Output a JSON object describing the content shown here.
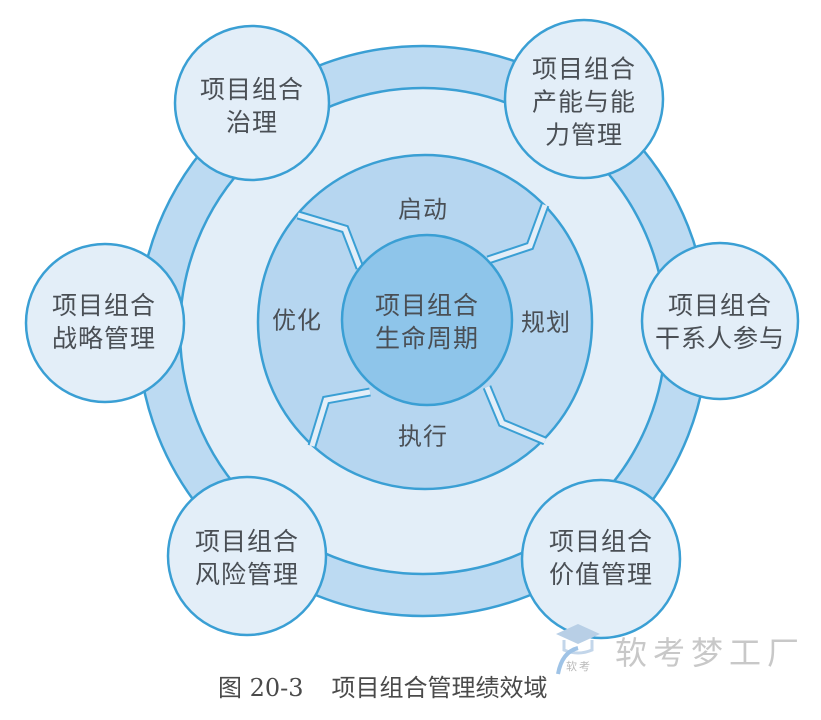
{
  "figure": {
    "caption_number": "图 20-3",
    "caption_title": "项目组合管理绩效域"
  },
  "center": {
    "line1": "项目组合",
    "line2": "生命周期"
  },
  "phases": [
    {
      "id": "initiate",
      "label": "启动"
    },
    {
      "id": "plan",
      "label": "规划"
    },
    {
      "id": "execute",
      "label": "执行"
    },
    {
      "id": "optimize",
      "label": "优化"
    }
  ],
  "domains": [
    {
      "id": "governance",
      "lines": [
        "项目组合",
        "治理"
      ]
    },
    {
      "id": "capacity",
      "lines": [
        "项目组合",
        "产能与能",
        "力管理"
      ]
    },
    {
      "id": "stakeholder",
      "lines": [
        "项目组合",
        "干系人参与"
      ]
    },
    {
      "id": "value",
      "lines": [
        "项目组合",
        "价值管理"
      ]
    },
    {
      "id": "risk",
      "lines": [
        "项目组合",
        "风险管理"
      ]
    },
    {
      "id": "strategy",
      "lines": [
        "项目组合",
        "战略管理"
      ]
    }
  ],
  "watermark": {
    "text": "软考梦工厂",
    "small": "软考"
  },
  "colors": {
    "stroke": "#3a9fd4",
    "outer_band": "#bcdaf2",
    "light_fill": "#e3eef8",
    "phase_fill": "#b6d6f0",
    "center_fill": "#8ec5ea",
    "text": "#4a4f55"
  }
}
